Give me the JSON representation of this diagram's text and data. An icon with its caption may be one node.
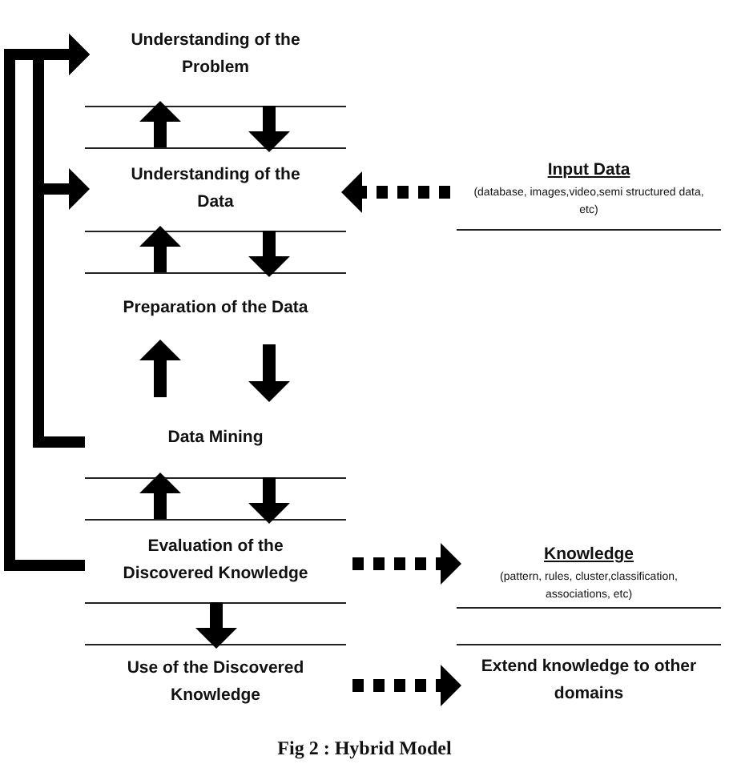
{
  "diagram": {
    "caption": "Fig 2 : Hybrid Model",
    "nodes": [
      {
        "text": [
          "Understanding of the Problem"
        ]
      },
      {
        "text": [
          "Understanding of the Data"
        ]
      },
      {
        "text": [
          "Preparation of the Data"
        ]
      },
      {
        "text": [
          "Data Mining"
        ]
      },
      {
        "text": [
          "Evaluation of the Discovered Knowledge"
        ]
      },
      {
        "text": [
          "Use of the Discovered Knowledge"
        ]
      },
      {
        "text": [
          "Input Data",
          "(database, images,video,semi structured data, etc)"
        ]
      },
      {
        "text": [
          "Knowledge",
          "(pattern, rules, cluster,classification, associations, etc)"
        ]
      },
      {
        "text": [
          "Extend knowledge to other domains"
        ]
      }
    ],
    "edges": [
      {
        "from": 1,
        "to": 0,
        "arrow": "to"
      },
      {
        "from": 0,
        "to": 1,
        "arrow": "to"
      },
      {
        "from": 2,
        "to": 1,
        "arrow": "to"
      },
      {
        "from": 1,
        "to": 2,
        "arrow": "to"
      },
      {
        "from": 3,
        "to": 2,
        "arrow": "to"
      },
      {
        "from": 2,
        "to": 3,
        "arrow": "to"
      },
      {
        "from": 4,
        "to": 3,
        "arrow": "to"
      },
      {
        "from": 3,
        "to": 4,
        "arrow": "to"
      },
      {
        "from": 4,
        "to": 5,
        "arrow": "to"
      },
      {
        "from": 4,
        "to": 0,
        "arrow": "to"
      },
      {
        "from": 3,
        "to": 0,
        "arrow": "to"
      },
      {
        "from": 3,
        "to": 1,
        "arrow": "to"
      },
      {
        "from": 6,
        "to": 1,
        "arrow": "to",
        "style": "dashed"
      },
      {
        "from": 4,
        "to": 7,
        "arrow": "to",
        "style": "dashed"
      },
      {
        "from": 5,
        "to": 8,
        "arrow": "to",
        "style": "dashed"
      }
    ]
  }
}
